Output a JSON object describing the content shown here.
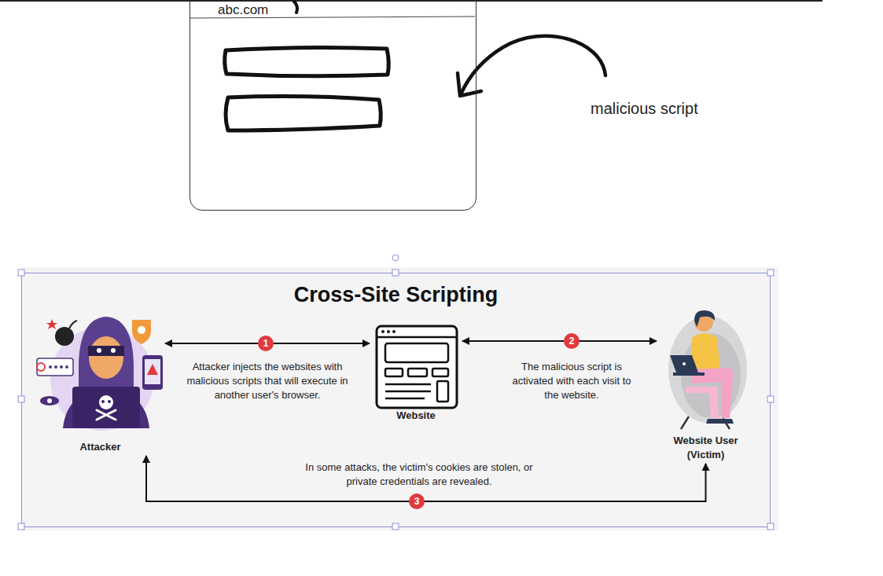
{
  "diagram": {
    "title": "Cross-Site Scripting",
    "nodes": [
      {
        "text": [
          "abc.com"
        ]
      },
      {
        "text": [
          "Attacker"
        ]
      },
      {
        "text": [
          "Website"
        ]
      },
      {
        "text": [
          "Website User (Victim)"
        ]
      }
    ],
    "edges": [
      {
        "from": 1,
        "to": 2,
        "arrow": "both",
        "label": "Attacker injects the websites with malicious scripts that will execute in another user's browser."
      },
      {
        "from": 2,
        "to": 3,
        "arrow": "both",
        "label": "The malicious script is activated with each visit to the website."
      },
      {
        "from": 3,
        "to": 1,
        "arrow": "both",
        "label": "In some attacks, the victim's cookies are stolen, or private credentials are revealed."
      }
    ],
    "labels": [
      "malicious script",
      "1",
      "2",
      "3"
    ]
  }
}
